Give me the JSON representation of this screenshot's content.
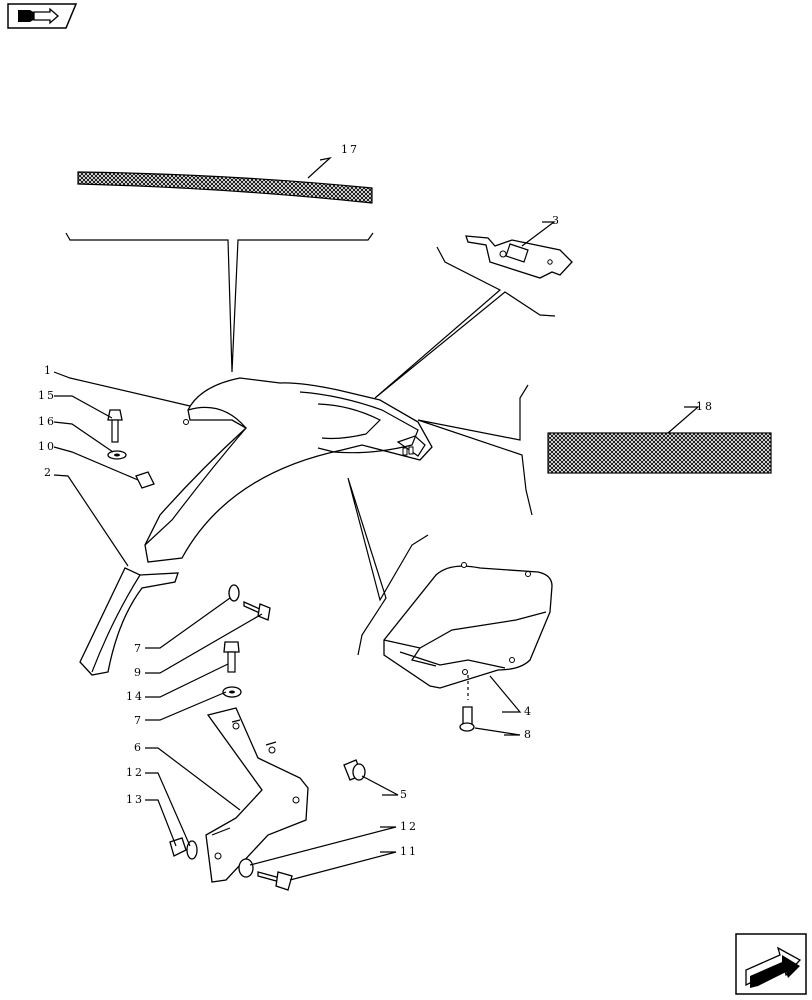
{
  "diagram": {
    "callouts": [
      {
        "id": "c1",
        "text": "1"
      },
      {
        "id": "c2",
        "text": "2"
      },
      {
        "id": "c3",
        "text": "3"
      },
      {
        "id": "c4",
        "text": "4"
      },
      {
        "id": "c5",
        "text": "5"
      },
      {
        "id": "c6",
        "text": "6"
      },
      {
        "id": "c7a",
        "text": "7"
      },
      {
        "id": "c7b",
        "text": "7"
      },
      {
        "id": "c8",
        "text": "8"
      },
      {
        "id": "c9",
        "text": "9"
      },
      {
        "id": "c10",
        "text": "10"
      },
      {
        "id": "c11",
        "text": "11"
      },
      {
        "id": "c12a",
        "text": "12"
      },
      {
        "id": "c12b",
        "text": "12"
      },
      {
        "id": "c13",
        "text": "13"
      },
      {
        "id": "c14",
        "text": "14"
      },
      {
        "id": "c15",
        "text": "15"
      },
      {
        "id": "c16",
        "text": "16"
      },
      {
        "id": "c17",
        "text": "17"
      },
      {
        "id": "c18",
        "text": "18"
      }
    ]
  },
  "nav": {
    "prev_icon": "back-arrow-icon",
    "next_icon": "next-page-arrow-icon"
  }
}
